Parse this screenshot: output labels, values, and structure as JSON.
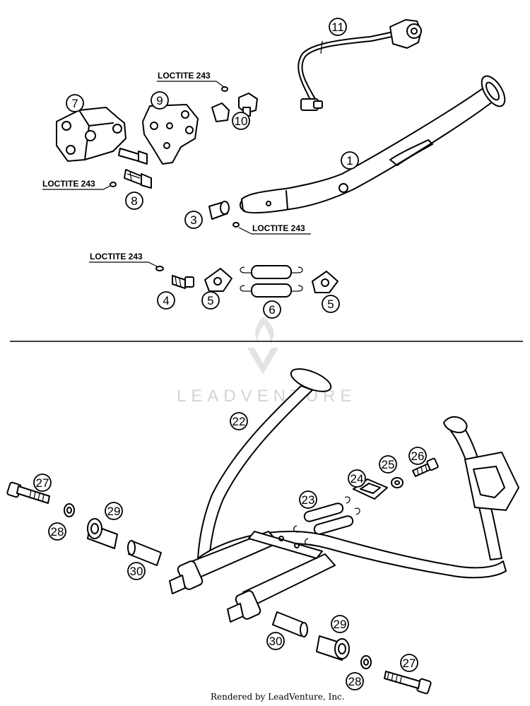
{
  "callouts": {
    "c1": "1",
    "c3": "3",
    "c4": "4",
    "c5a": "5",
    "c5b": "5",
    "c6": "6",
    "c7": "7",
    "c8": "8",
    "c9": "9",
    "c10": "10",
    "c11": "11",
    "c22": "22",
    "c23": "23",
    "c24": "24",
    "c25": "25",
    "c26": "26",
    "c27a": "27",
    "c27b": "27",
    "c28a": "28",
    "c28b": "28",
    "c29a": "29",
    "c29b": "29",
    "c30a": "30",
    "c30b": "30"
  },
  "loctite": {
    "l1": "LOCTITE 243",
    "l2": "LOCTITE 243",
    "l3": "LOCTITE 243",
    "l4": "LOCTITE 243"
  },
  "watermark": "LEADVENTURE",
  "footer": "Rendered by LeadVenture, Inc."
}
